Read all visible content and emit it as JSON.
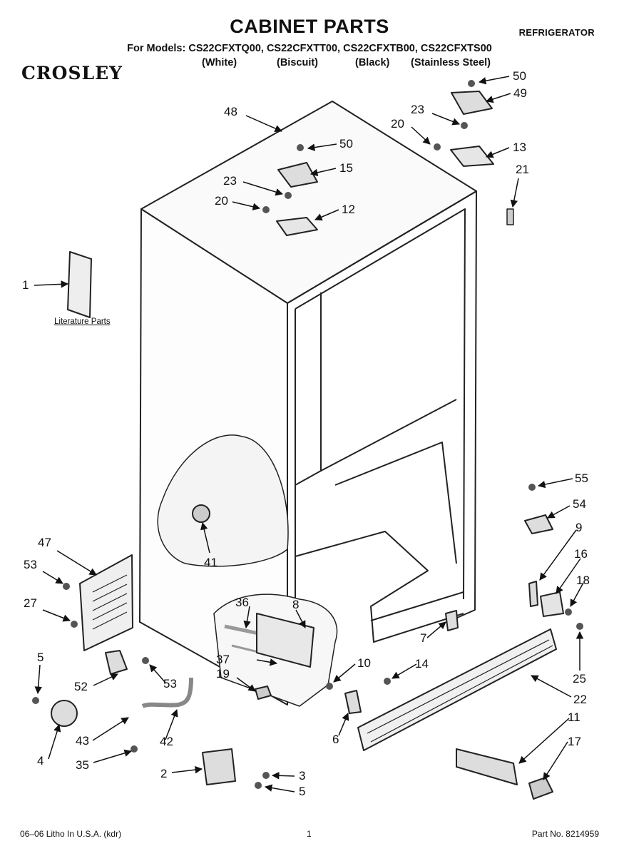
{
  "header": {
    "title": "CABINET PARTS",
    "category": "REFRIGERATOR",
    "models_line": "For Models: CS22CFXTQ00, CS22CFXTT00, CS22CFXTB00, CS22CFXTS00",
    "variants": [
      "(White)",
      "(Biscuit)",
      "(Black)",
      "(Stainless Steel)"
    ],
    "brand": "CROSLEY"
  },
  "diagram": {
    "literature_label": "Literature Parts",
    "callouts": [
      "50",
      "49",
      "23",
      "20",
      "13",
      "21",
      "48",
      "50",
      "15",
      "23",
      "20",
      "12",
      "1",
      "55",
      "54",
      "9",
      "16",
      "18",
      "47",
      "53",
      "27",
      "41",
      "36",
      "8",
      "7",
      "5",
      "25",
      "37",
      "10",
      "14",
      "52",
      "53",
      "19",
      "22",
      "6",
      "11",
      "17",
      "4",
      "43",
      "42",
      "35",
      "2",
      "3",
      "5"
    ]
  },
  "footer": {
    "left": "06–06 Litho In U.S.A. (kdr)",
    "page": "1",
    "right": "Part No. 8214959"
  }
}
